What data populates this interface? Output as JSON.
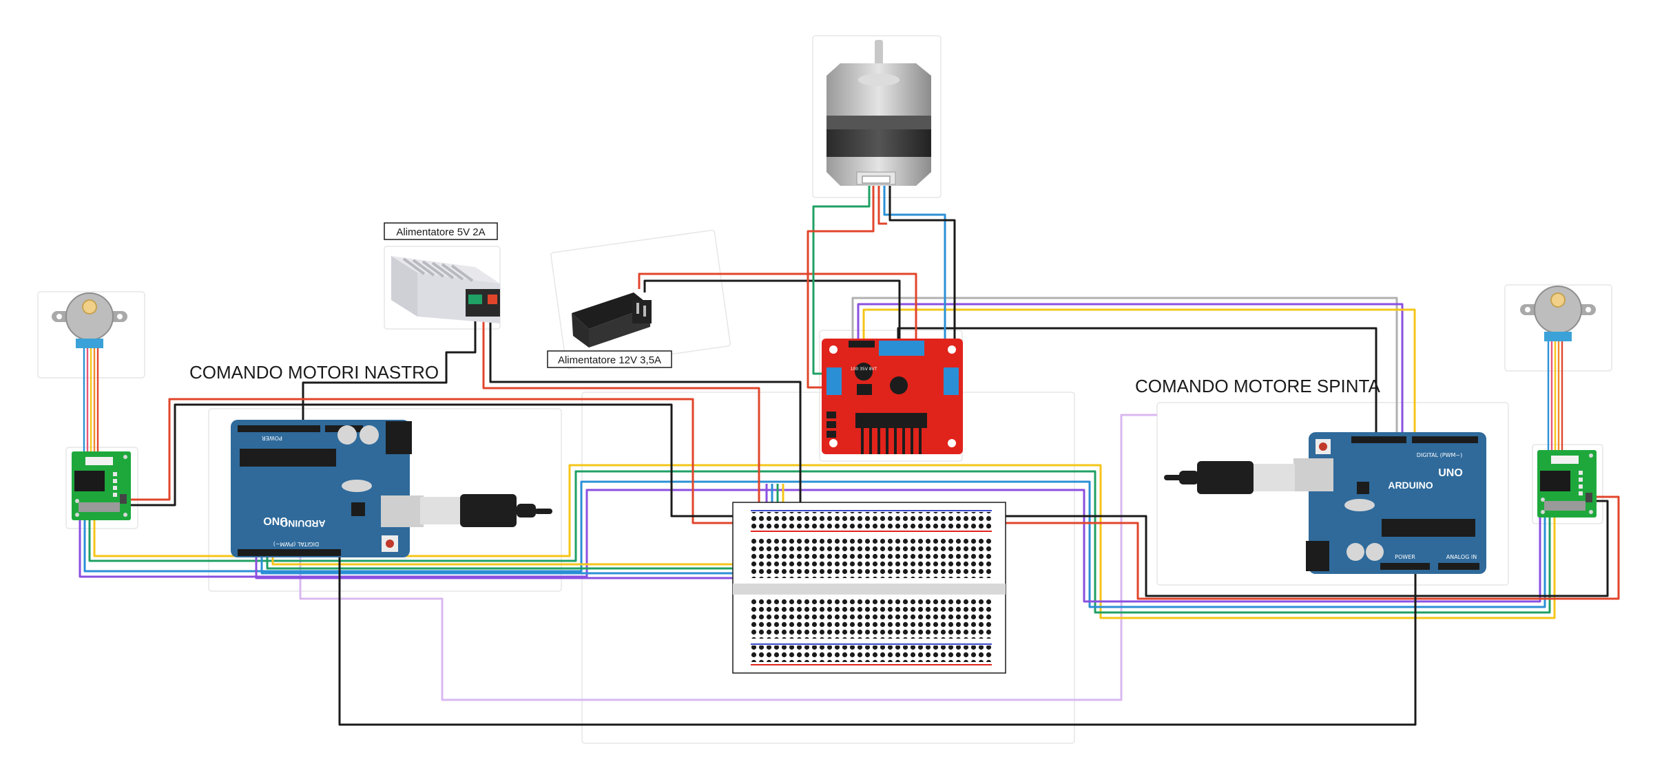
{
  "titles": {
    "left_section": "COMANDO MOTORI NASTRO",
    "right_section": "COMANDO MOTORE SPINTA"
  },
  "labels": {
    "psu_5v": "Alimentatore 5V 2A",
    "psu_12v": "Alimentatore 12V 3,5A"
  },
  "board_text": {
    "arduino_brand": "ARDUINO",
    "arduino_model": "UNO",
    "digital_header": "DIGITAL (PWM~)",
    "analog_header": "ANALOG IN",
    "power_header": "POWER",
    "capacitor_text": "100 35V 8VT"
  },
  "components": [
    {
      "name": "stepper-28byj48-left",
      "icon": "stepper-motor-small"
    },
    {
      "name": "uln2003-driver-left",
      "icon": "driver-board"
    },
    {
      "name": "arduino-uno-left",
      "icon": "arduino-uno"
    },
    {
      "name": "psu-5v",
      "icon": "power-supply"
    },
    {
      "name": "adapter-12v",
      "icon": "wall-adapter"
    },
    {
      "name": "nema17-stepper",
      "icon": "stepper-motor-large"
    },
    {
      "name": "l298n-driver",
      "icon": "motor-driver"
    },
    {
      "name": "breadboard",
      "icon": "breadboard"
    },
    {
      "name": "arduino-uno-right",
      "icon": "arduino-uno"
    },
    {
      "name": "stepper-28byj48-right",
      "icon": "stepper-motor-small"
    },
    {
      "name": "uln2003-driver-right",
      "icon": "driver-board"
    }
  ],
  "wire_colors": {
    "red": "#e0452b",
    "black": "#1a1a1a",
    "yellow": "#f5c518",
    "green": "#1fa064",
    "blue": "#2b8fd6",
    "purple": "#8a4fe0",
    "lilac": "#d9b8f0",
    "grey": "#b0b0b0",
    "arduino_blue": "#2f6a9b",
    "driver_red": "#e0241c",
    "pcb_green": "#1ea83c"
  }
}
